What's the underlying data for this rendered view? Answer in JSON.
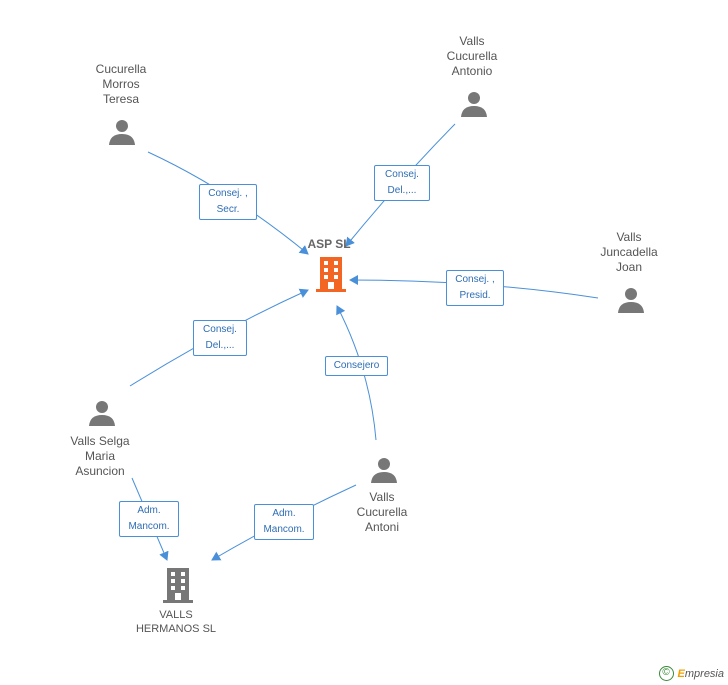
{
  "people": {
    "cucurella_morros": "Cucurella\nMorros\nTeresa",
    "valls_cucurella_antonio": "Valls\nCucurella\nAntonio",
    "valls_juncadella": "Valls\nJuncadella\nJoan",
    "valls_selga": "Valls Selga\nMaria\nAsuncion",
    "valls_cucurella_antoni": "Valls\nCucurella\nAntoni"
  },
  "companies": {
    "asp": "ASP SL",
    "valls_hermanos": "VALLS\nHERMANOS SL"
  },
  "roles": {
    "r1": "Consej. ,\nSecr.",
    "r2": "Consej.\nDel.,...",
    "r3": "Consej. ,\nPresid.",
    "r4": "Consej.\nDel.,...",
    "r5": "Consejero",
    "r6": "Adm.\nMancom.",
    "r7": "Adm.\nMancom."
  },
  "colors": {
    "edge": "#4a90d9",
    "person": "#777777",
    "company_main": "#f26522",
    "company": "#777777"
  },
  "footer": {
    "copyright_symbol": "©",
    "brand_initial": "E",
    "brand_rest": "mpresia"
  }
}
